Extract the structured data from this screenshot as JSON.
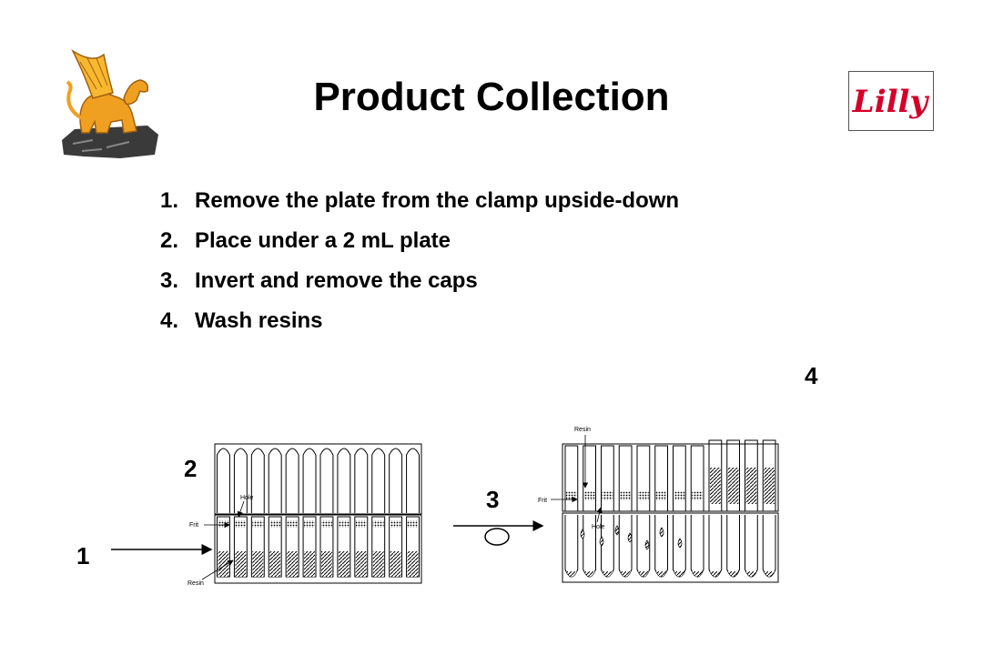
{
  "slide": {
    "title": "Product Collection",
    "steps": [
      {
        "num": "1.",
        "text": "Remove the plate from the clamp upside-down"
      },
      {
        "num": "2.",
        "text": "Place under a 2 mL plate"
      },
      {
        "num": "3.",
        "text": "Invert and remove the caps"
      },
      {
        "num": "4.",
        "text": "Wash resins"
      }
    ],
    "logo_text": "Lilly"
  },
  "diagram": {
    "markers": [
      "1",
      "2",
      "3",
      "4"
    ],
    "labels": {
      "frit_left": "Frit",
      "hole_left": "Hole",
      "resin_left": "Resin",
      "resin_right": "Resin",
      "frit_right": "Frit",
      "hole_right": "Hole"
    }
  },
  "colors": {
    "logo_red": "#d4002a",
    "griffin_gold": "#f0a020",
    "rock": "#3a3a3a"
  }
}
